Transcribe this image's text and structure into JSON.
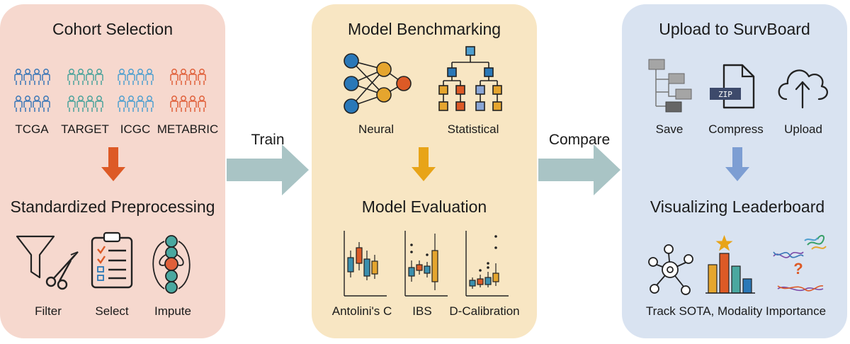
{
  "stages": [
    {
      "title": "Cohort Selection",
      "datasets": [
        "TCGA",
        "TARGET",
        "ICGC",
        "METABRIC"
      ],
      "subtitle": "Standardized Preprocessing",
      "steps": [
        "Filter",
        "Select",
        "Impute"
      ]
    },
    {
      "title": "Model Benchmarking",
      "model_types": [
        "Neural",
        "Statistical"
      ],
      "subtitle": "Model Evaluation",
      "metrics": [
        "Antolini's C",
        "IBS",
        "D-Calibration"
      ]
    },
    {
      "title": "Upload to SurvBoard",
      "actions": [
        "Save",
        "Compress",
        "Upload"
      ],
      "subtitle": "Visualizing Leaderboard",
      "caption": "Track SOTA, Modality Importance",
      "zip_label": "ZIP"
    }
  ],
  "transitions": [
    "Train",
    "Compare"
  ],
  "colors": {
    "panel1": "#f6d8ce",
    "panel2": "#f8e6c3",
    "panel3": "#d9e3f1",
    "transition_arrow": "#a9c4c5",
    "down_arrow_1": "#dd5a26",
    "down_arrow_2": "#e8a418",
    "down_arrow_3": "#7d9ed3",
    "tcga": "#3a77b7",
    "target": "#4aa29b",
    "icgc": "#4f9fcf",
    "metabric": "#e0603a",
    "blue": "#2a78b8",
    "orange": "#e5a52e",
    "red": "#dd5a26"
  }
}
